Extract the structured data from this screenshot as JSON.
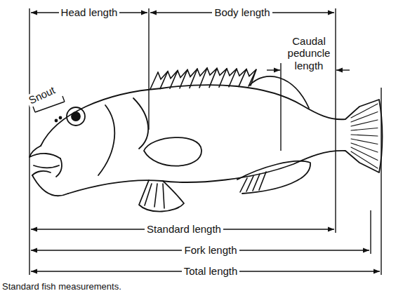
{
  "diagram": {
    "caption": "Standard fish measurements.",
    "labels": [
      "Head length",
      "Body length",
      "Caudal peduncle length",
      "Snout",
      "Standard length",
      "Fork length",
      "Total length"
    ]
  }
}
